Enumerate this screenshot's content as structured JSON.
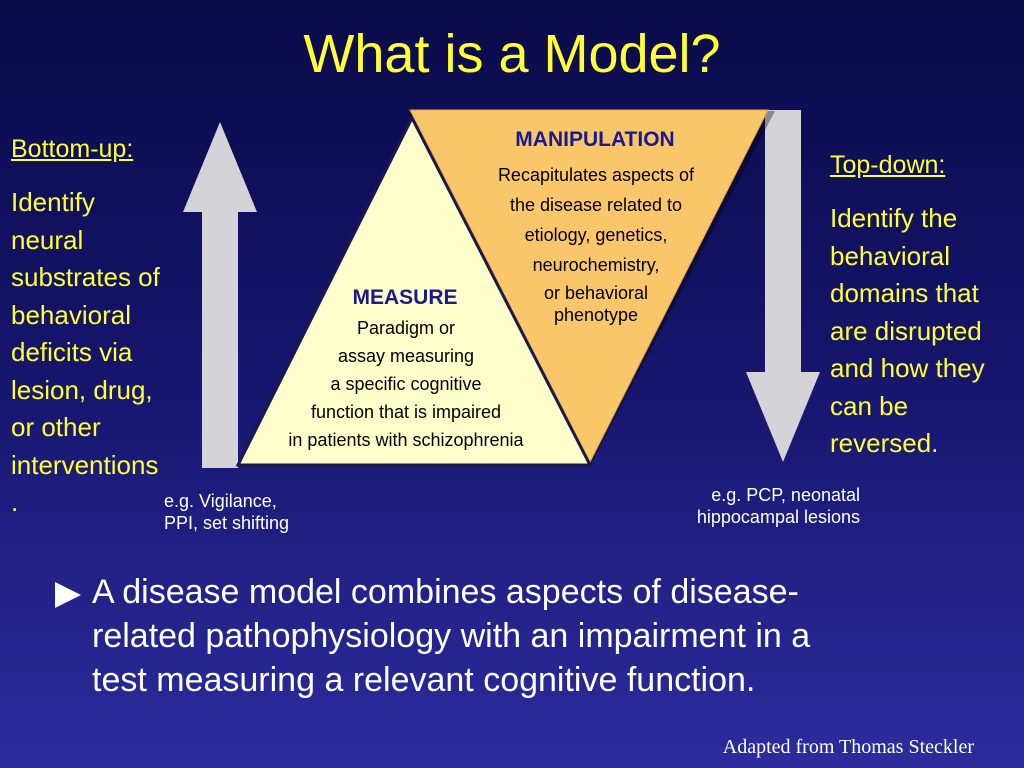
{
  "title": "What is a Model?",
  "bottom_up": {
    "heading": "Bottom-up:",
    "lines": [
      "Identify",
      "neural",
      "substrates of",
      "behavioral",
      "deficits via",
      "lesion, drug,",
      "or other",
      "interventions",
      "."
    ],
    "example_lines": [
      "e.g. Vigilance,",
      "PPI, set shifting"
    ]
  },
  "top_down": {
    "heading": "Top-down:",
    "lines": [
      "Identify the",
      "behavioral",
      "domains that",
      "are disrupted",
      "and how they",
      "can be",
      "reversed."
    ],
    "example_lines": [
      "e.g. PCP, neonatal",
      "hippocampal lesions"
    ]
  },
  "manipulation": {
    "title": "MANIPULATION",
    "lines": [
      "Recapitulates aspects of",
      "the disease related to",
      "etiology, genetics,",
      "neurochemistry,"
    ],
    "lines2": [
      "or behavioral",
      "phenotype"
    ]
  },
  "measure": {
    "title": "MEASURE",
    "lines": [
      "Paradigm or",
      "assay measuring",
      "a specific cognitive",
      "function that is impaired",
      "in patients with schizophrenia"
    ]
  },
  "bullet": {
    "lines": [
      "A disease model combines aspects of disease-",
      "related pathophysiology with an impairment in a",
      "test measuring a relevant cognitive function."
    ]
  },
  "footer": "Adapted from Thomas Steckler",
  "colors": {
    "accent_yellow": "#ffff33",
    "manipulation_fill": "#f9c76a",
    "measure_fill": "#ffffcc",
    "arrow_fill": "#d4d4d8",
    "label_blue": "#1a1a8e"
  },
  "icons": {
    "up_arrow": "up-arrow-icon",
    "down_arrow": "down-arrow-icon",
    "bullet": "triangle-bullet-icon"
  }
}
